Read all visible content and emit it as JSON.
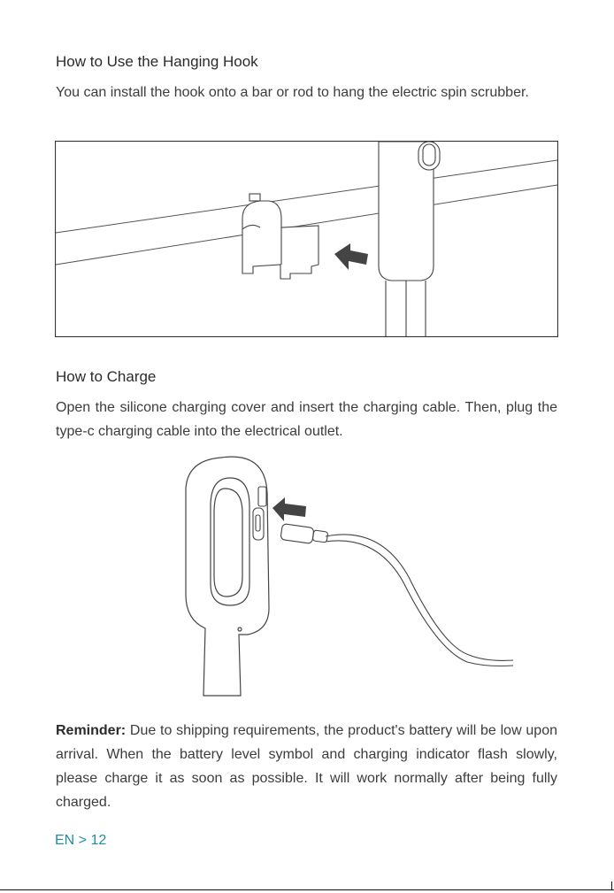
{
  "section_hook": {
    "title": "How to Use the Hanging Hook",
    "body": "You can install the hook onto a bar or rod to hang the electric spin scrubber."
  },
  "section_charge": {
    "title": "How to Charge",
    "body": "Open the silicone charging cover and insert the charging cable. Then, plug the type-c charging cable into the electrical outlet."
  },
  "reminder": {
    "label": "Reminder:",
    "body": " Due to shipping requirements, the product's battery will be low upon arrival. When the battery level symbol and charging indicator flash slowly, please charge it as soon as possible. It will work normally after being fully charged."
  },
  "footer": {
    "page": "EN > 12"
  },
  "colors": {
    "footer_accent": "#1f8fa0",
    "text": "#3c3c3c"
  }
}
